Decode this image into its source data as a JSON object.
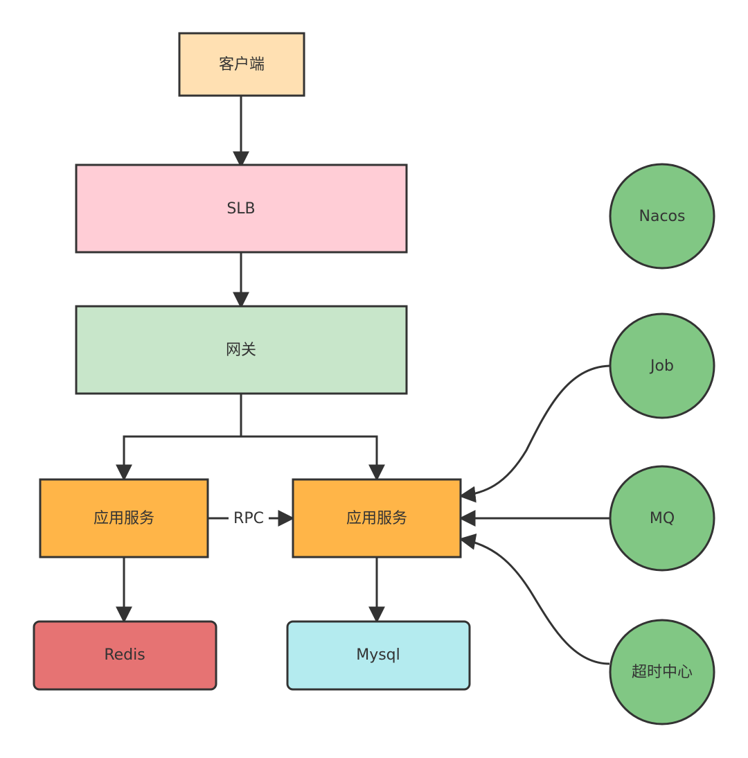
{
  "nodes": {
    "client": {
      "label": "客户端",
      "color": "#FFE0B2"
    },
    "slb": {
      "label": "SLB",
      "color": "#FFCDD6"
    },
    "gateway": {
      "label": "网关",
      "color": "#C8E6CA"
    },
    "app_service_left": {
      "label": "应用服务",
      "color": "#FFB548"
    },
    "app_service_right": {
      "label": "应用服务",
      "color": "#FFB548"
    },
    "redis": {
      "label": "Redis",
      "color": "#E67373"
    },
    "mysql": {
      "label": "Mysql",
      "color": "#B4EBEF"
    },
    "nacos": {
      "label": "Nacos",
      "color": "#81C784"
    },
    "job": {
      "label": "Job",
      "color": "#81C784"
    },
    "mq": {
      "label": "MQ",
      "color": "#81C784"
    },
    "timeout_center": {
      "label": "超时中心",
      "color": "#81C784"
    }
  },
  "edges": {
    "rpc_label": "RPC"
  }
}
